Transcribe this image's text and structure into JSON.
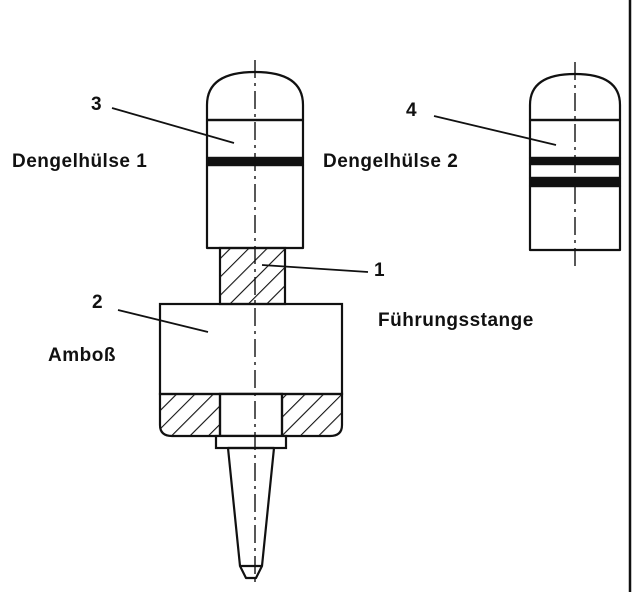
{
  "labels": {
    "num_1": "1",
    "num_2": "2",
    "num_3": "3",
    "num_4": "4",
    "dengelhuelse_1": "Dengelhülse 1",
    "dengelhuelse_2": "Dengelhülse 2",
    "fuehrungsstange": "Führungsstange",
    "amboss": "Amboß"
  },
  "colors": {
    "ink": "#111111",
    "paper": "#ffffff"
  }
}
